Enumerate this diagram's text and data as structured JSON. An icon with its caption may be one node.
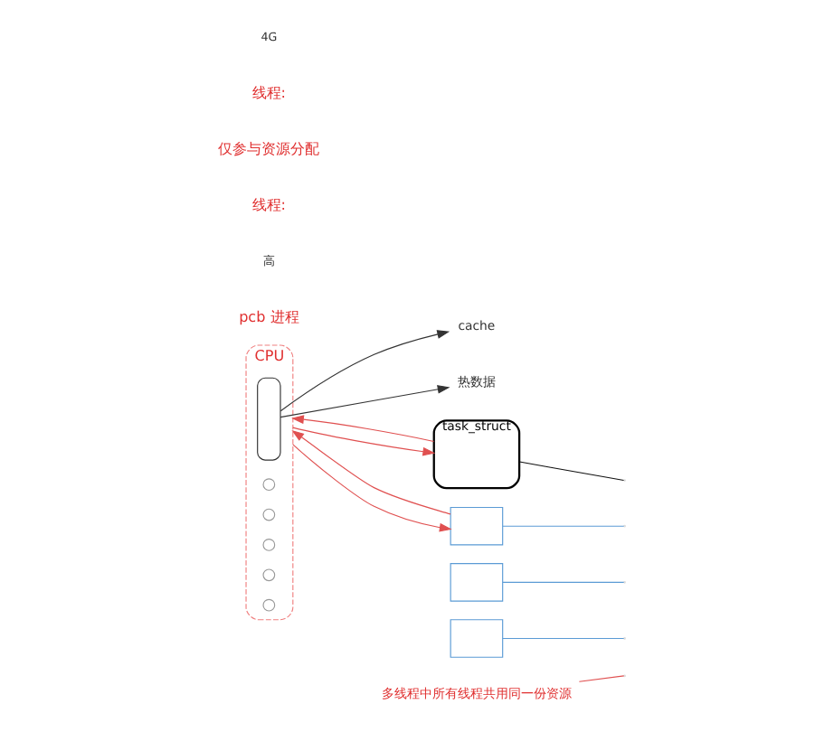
{
  "diagram": {
    "nodes": [
      {
        "text": [
          "CPU"
        ]
      },
      {
        "text": [],
        "shape": "box",
        "in": 0
      },
      {
        "text": [],
        "shape": "circle",
        "in": 0
      },
      {
        "text": [],
        "shape": "circle",
        "in": 0
      },
      {
        "text": [],
        "shape": "circle",
        "in": 0
      },
      {
        "text": [],
        "shape": "circle",
        "in": 0
      },
      {
        "text": [],
        "shape": "circle",
        "in": 0
      },
      {
        "text": [
          "cache"
        ]
      },
      {
        "text": [
          "热数据"
        ]
      },
      {
        "text": [
          "task_struct"
        ]
      },
      {
        "text": [],
        "shape": "box"
      },
      {
        "text": [],
        "shape": "box"
      },
      {
        "text": [],
        "shape": "box"
      },
      {
        "text": [
          "多线程中所有线程共用同一份资源"
        ]
      }
    ],
    "edges": [
      {
        "from": 1,
        "to": 7,
        "arrow": "to",
        "color": "#333333"
      },
      {
        "from": 1,
        "to": 8,
        "arrow": "to",
        "color": "#333333"
      },
      {
        "from": 0,
        "to": 9,
        "arrow": "to",
        "color": "#e05050"
      },
      {
        "from": 9,
        "to": 0,
        "arrow": "to",
        "color": "#e05050"
      },
      {
        "from": 0,
        "to": 10,
        "arrow": "to",
        "color": "#e05050"
      },
      {
        "from": 10,
        "to": 0,
        "arrow": "to",
        "color": "#e05050"
      },
      {
        "from": 9,
        "to": null,
        "arrow": "none",
        "color": "#111111"
      },
      {
        "from": 10,
        "to": null,
        "arrow": "none",
        "color": "#5b9bd5"
      },
      {
        "from": 11,
        "to": null,
        "arrow": "none",
        "color": "#5b9bd5"
      },
      {
        "from": 12,
        "to": null,
        "arrow": "none",
        "color": "#5b9bd5"
      },
      {
        "from": 13,
        "to": null,
        "arrow": "none",
        "color": "#e05050"
      }
    ],
    "labels": [
      "pcb 进程",
      "高",
      "线程:",
      "仅参与资源分配",
      "线程:",
      "4G"
    ]
  }
}
